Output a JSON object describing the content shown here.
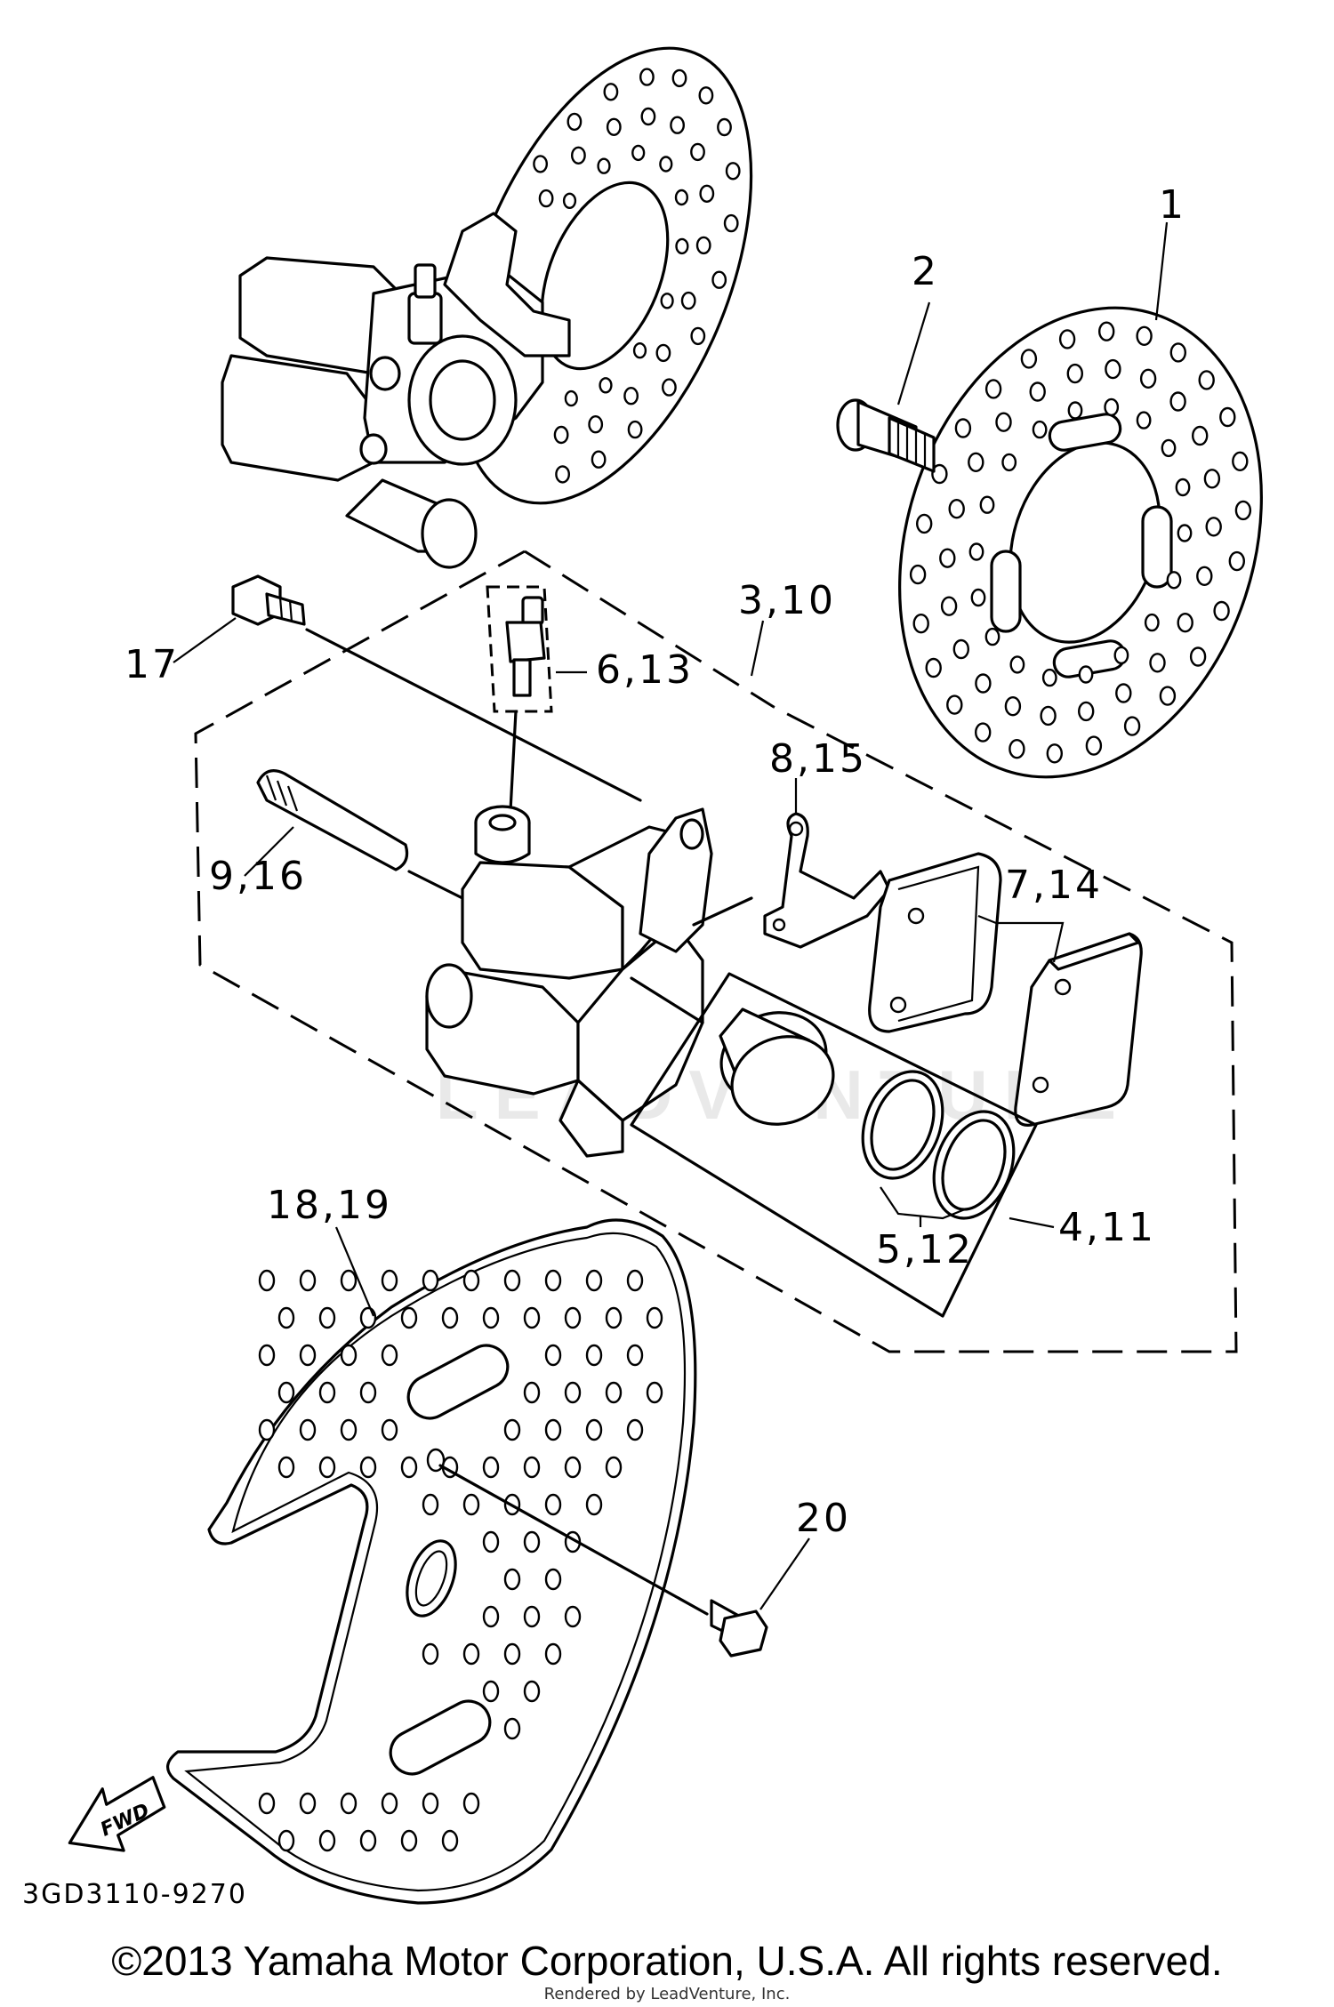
{
  "diagram_code": "3GD3110-9270",
  "copyright": "©2013 Yamaha Motor Corporation, U.S.A. All rights reserved.",
  "rendered_by": "Rendered by LeadVenture, Inc.",
  "watermark": "LEADVENTURE",
  "fwd_label": "FWD",
  "labels": {
    "l1": "1",
    "l2": "2",
    "l3": "3,10",
    "l17": "17",
    "l6": "6,13",
    "l8": "8,15",
    "l9": "9,16",
    "l7": "7,14",
    "l18": "18,19",
    "l4": "4,11",
    "l5": "5,12",
    "l20": "20"
  }
}
